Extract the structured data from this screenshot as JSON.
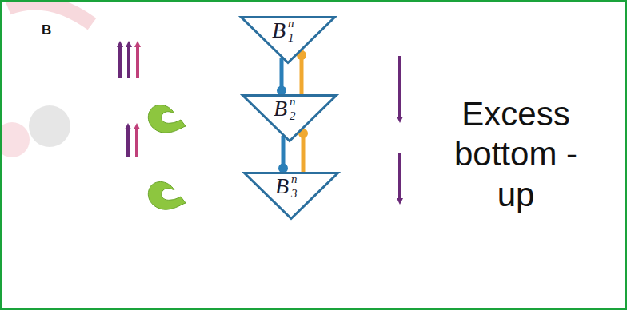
{
  "diagram": {
    "nodes": [
      {
        "text": [
          "B",
          "n",
          "1"
        ]
      },
      {
        "text": [
          "B",
          "n",
          "2"
        ]
      },
      {
        "text": [
          "B",
          "n",
          "3"
        ]
      }
    ],
    "edges": [
      {
        "from": 0,
        "to": 1,
        "arrow": "none"
      },
      {
        "from": 1,
        "to": 0,
        "arrow": "none"
      },
      {
        "from": 1,
        "to": 2,
        "arrow": "none"
      },
      {
        "from": 2,
        "to": 1,
        "arrow": "none"
      }
    ],
    "labels": [
      "B",
      "Excess bottom -up"
    ]
  }
}
